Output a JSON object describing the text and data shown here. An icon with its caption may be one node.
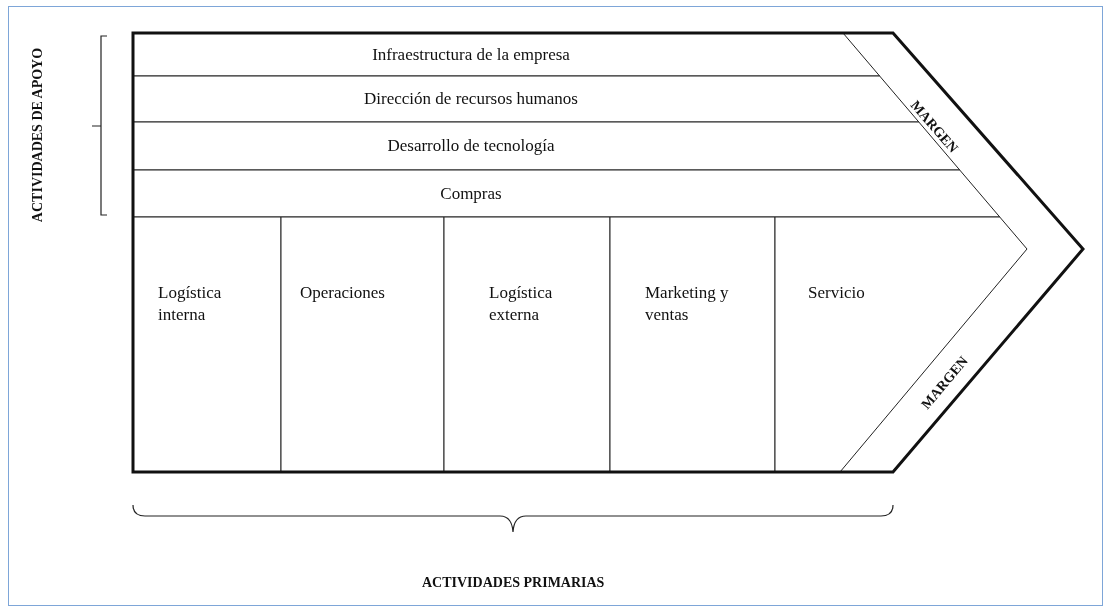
{
  "diagram": {
    "nodes": [
      {
        "text": [
          "Infraestructura de la empresa"
        ]
      },
      {
        "text": [
          "Dirección de recursos humanos"
        ]
      },
      {
        "text": [
          "Desarrollo de tecnología"
        ]
      },
      {
        "text": [
          "Compras"
        ]
      },
      {
        "text": [
          "Logística interna"
        ]
      },
      {
        "text": [
          "Operaciones"
        ]
      },
      {
        "text": [
          "Logística externa"
        ]
      },
      {
        "text": [
          "Marketing y ventas"
        ]
      },
      {
        "text": [
          "Servicio"
        ]
      }
    ],
    "labels": [
      "ACTIVIDADES DE APOYO",
      "MARGEN",
      "MARGEN",
      "ACTIVIDADES PRIMARIAS"
    ]
  }
}
